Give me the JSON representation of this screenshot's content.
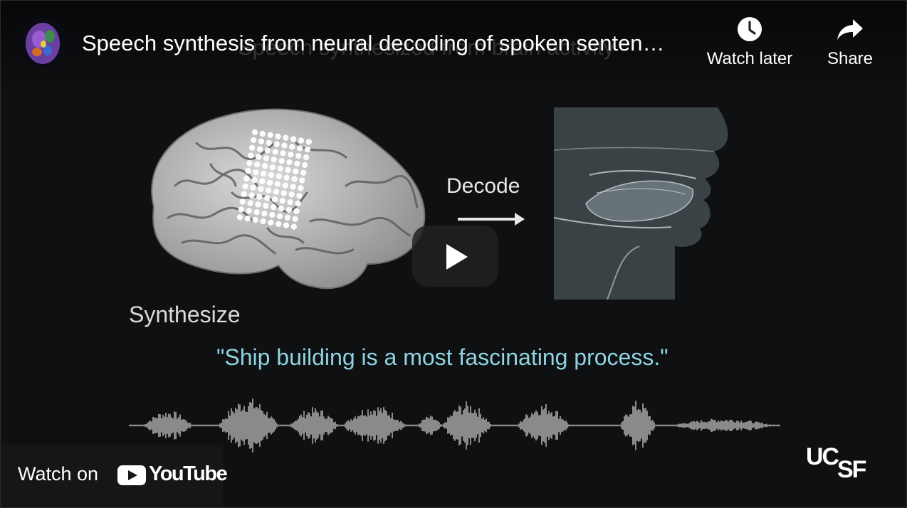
{
  "video": {
    "title": "Speech synthesis from neural decoding of spoken senten…",
    "background_title": "Speech synthesized from brain activity"
  },
  "actions": {
    "watch_later": {
      "label": "Watch later",
      "icon": "clock-icon"
    },
    "share": {
      "label": "Share",
      "icon": "share-arrow-icon"
    }
  },
  "slide": {
    "decode_label": "Decode",
    "synthesize_label": "Synthesize",
    "quote": "\"Ship building is a most fascinating process.\"",
    "logo_text": "UCSF"
  },
  "footer": {
    "watch_on": "Watch on",
    "brand": "YouTube"
  },
  "colors": {
    "background": "#0e1012",
    "quote": "#8fd4e2",
    "youtube_red_on_white": "#ffffff"
  }
}
